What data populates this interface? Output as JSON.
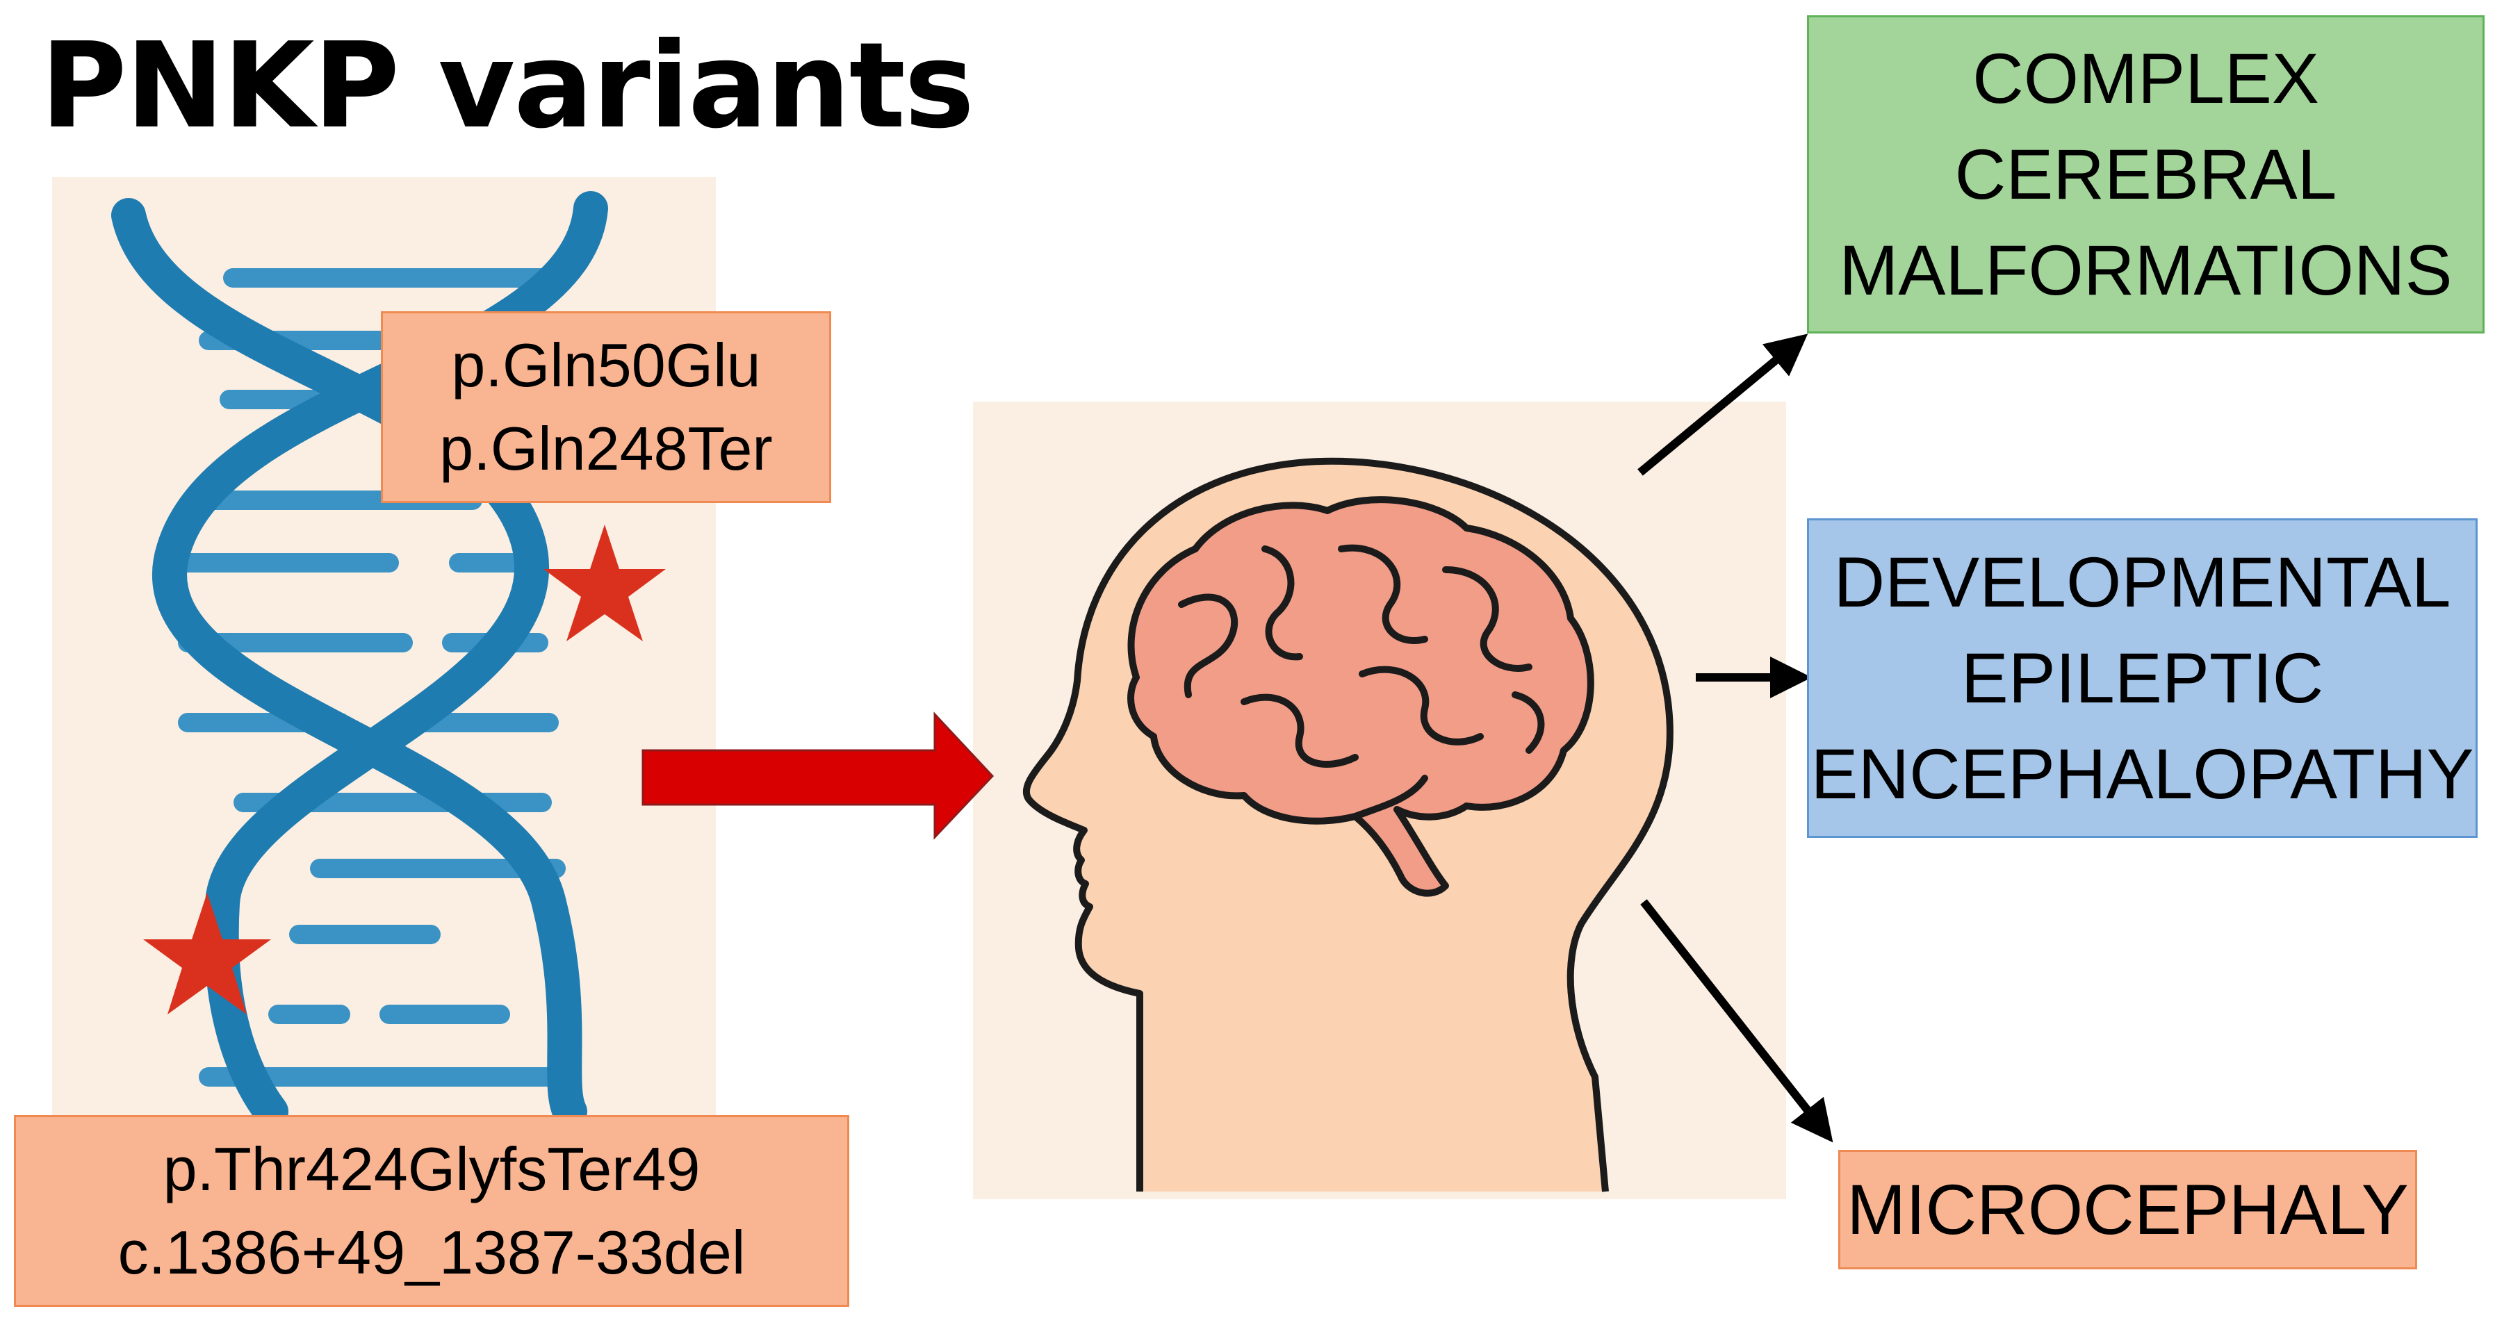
{
  "title": "PNKP variants",
  "variants_top": [
    "p.Gln50Glu",
    "p.Gln248Ter"
  ],
  "variants_bottom": [
    "p.Thr424GlyfsTer49",
    "c.1386+49_1387-33del"
  ],
  "outcomes": {
    "complex": [
      "COMPLEX",
      "CEREBRAL",
      "MALFORMATIONS"
    ],
    "dee": [
      "DEVELOPMENTAL",
      "EPILEPTIC",
      "ENCEPHALOPATHY"
    ],
    "microcephaly": [
      "MICROCEPHALY"
    ]
  },
  "colors": {
    "dna_strand": "#1f7cb0",
    "dna_rung": "#3a93c4",
    "mutation_star": "#d9311d",
    "main_arrow": "#d80000",
    "brain": "#f29d88",
    "head": "#fbd2b2",
    "green_box": "#a3d49a",
    "blue_box": "#a5c6e9",
    "orange_box": "#f9b491"
  },
  "icons": [
    "dna-helix-icon",
    "mutation-star-icon",
    "head-brain-icon",
    "arrow-icon"
  ]
}
